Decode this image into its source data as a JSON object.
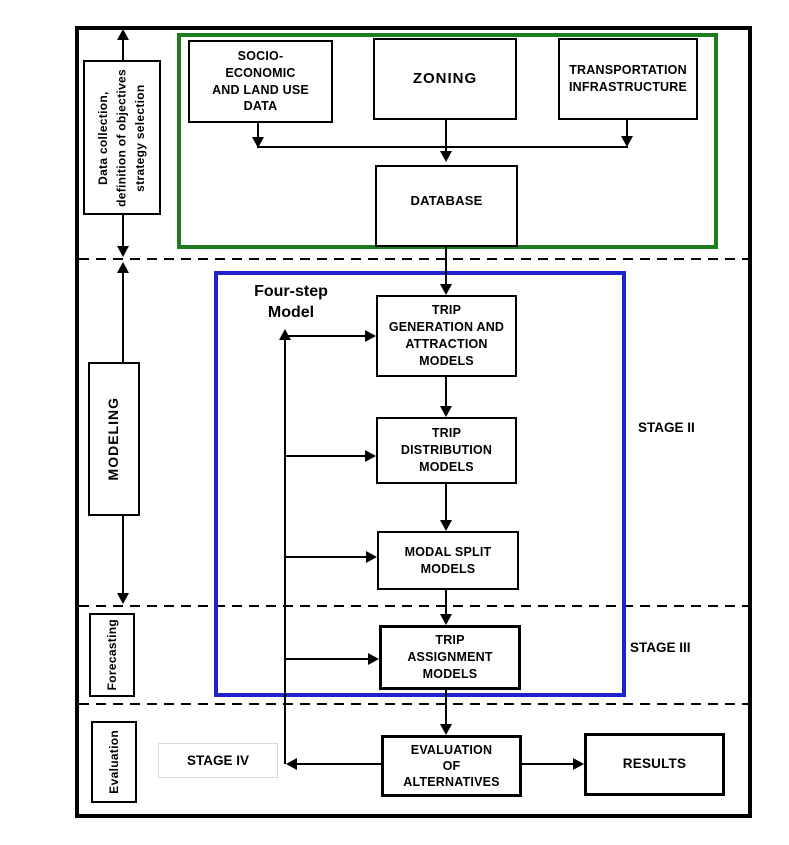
{
  "colors": {
    "outer_border": "#000000",
    "green_border": "#1e7c1e",
    "blue_border": "#2222cc",
    "stage4_border": "#d9d9d9"
  },
  "side_labels": {
    "data_collection": "Data collection,\ndefinition of objectives\nstrategy selection",
    "modeling": "MODELING",
    "forecasting": "Forecasting",
    "evaluation": "Evaluation"
  },
  "annotations": {
    "four_step_model": "Four-step\nModel",
    "stage2": "STAGE II",
    "stage3": "STAGE III",
    "stage4": "STAGE IV"
  },
  "boxes": {
    "socio_economic": "SOCIO-\nECONOMIC\nAND LAND USE\nDATA",
    "zoning": "ZONING",
    "transportation_infrastructure": "TRANSPORTATION\nINFRASTRUCTURE",
    "database": "DATABASE",
    "trip_generation": "TRIP\nGENERATION AND\nATTRACTION\nMODELS",
    "trip_distribution": "TRIP\nDISTRIBUTION\nMODELS",
    "modal_split": "MODAL SPLIT\nMODELS",
    "trip_assignment": "TRIP\nASSIGNMENT\nMODELS",
    "evaluation_of_alternatives": "EVALUATION\nOF\nALTERNATIVES",
    "results": "RESULTS"
  }
}
